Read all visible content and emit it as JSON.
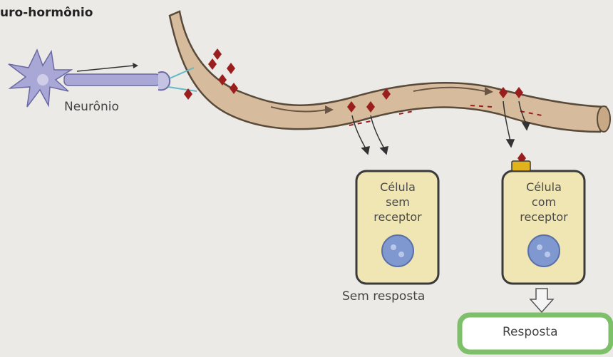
{
  "title": "uro-hormônio",
  "neuron_label": "Neurônio",
  "cell_left": {
    "line1": "Célula",
    "line2": "sem",
    "line3": "receptor"
  },
  "cell_right": {
    "line1": "Célula",
    "line2": "com",
    "line3": "receptor"
  },
  "no_response_label": "Sem resposta",
  "response_label": "Resposta",
  "colors": {
    "background": "#ebeae7",
    "vessel_fill": "#d6bc9c",
    "vessel_stroke": "#5a4a3a",
    "neuron": "#a9a7d6",
    "hormone": "#9a1e1e",
    "cell_fill": "#f0e6b4",
    "nucleus": "#7f98d0",
    "receptor": "#e0b21c",
    "response_box": "#7ec06a"
  }
}
